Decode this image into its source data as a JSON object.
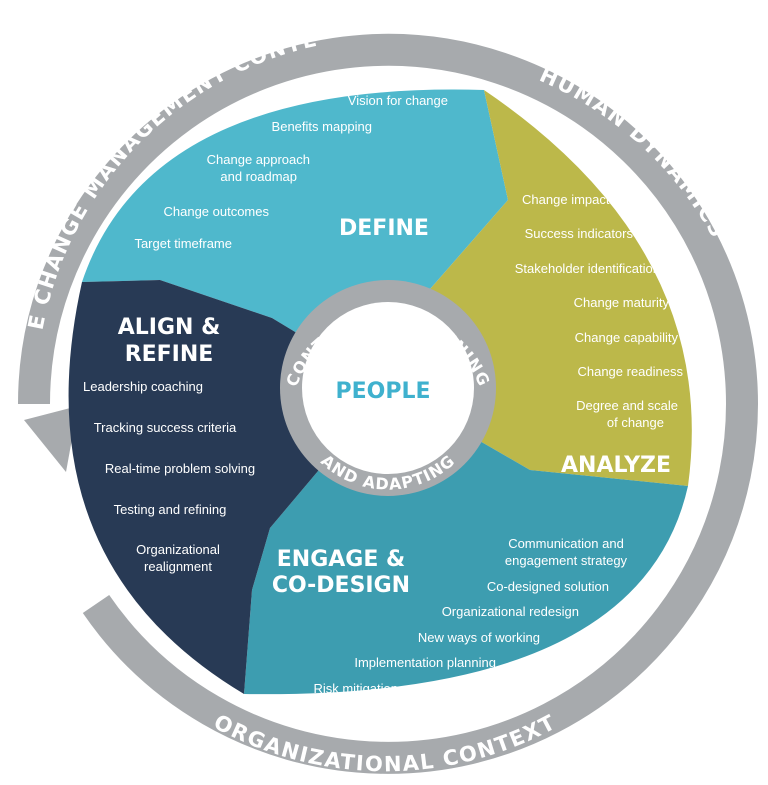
{
  "outer_ring": {
    "left_label": "THE CHANGE MANAGEMENT CONTEXT",
    "right_label": "HUMAN DYNAMICS",
    "bottom_label": "ORGANIZATIONAL CONTEXT"
  },
  "inner_ring": {
    "top_label": "CONTINUOUS PLANNING",
    "bottom_label": "AND ADAPTING"
  },
  "center": {
    "label": "PEOPLE"
  },
  "phases": {
    "define": {
      "title": "DEFINE",
      "items": [
        "Vision for change",
        "Benefits mapping",
        "Change approach",
        "and roadmap",
        "Change outcomes",
        "Target timeframe"
      ]
    },
    "analyze": {
      "title": "ANALYZE",
      "items": [
        "Change impacts",
        "Success indicators",
        "Stakeholder identification",
        "Change maturity",
        "Change capability",
        "Change readiness",
        "Degree and scale",
        "of change"
      ]
    },
    "engage": {
      "title_line1": "ENGAGE &",
      "title_line2": "CO-DESIGN",
      "items": [
        "Communication and",
        "engagement strategy",
        "Co-designed solution",
        "Organizational redesign",
        "New ways of working",
        "Implementation planning",
        "Risk mitigation"
      ]
    },
    "align": {
      "title_line1": "ALIGN &",
      "title_line2": "REFINE",
      "items": [
        "Leadership coaching",
        "Tracking success criteria",
        "Real-time problem solving",
        "Testing and refining",
        "Organizational",
        "realignment"
      ]
    }
  },
  "colors": {
    "ring": "#a7aaad",
    "define": "#4fb8cc",
    "analyze": "#bcb84a",
    "engage": "#3d9db0",
    "align": "#283a55",
    "center_text": "#3fb1ce"
  }
}
